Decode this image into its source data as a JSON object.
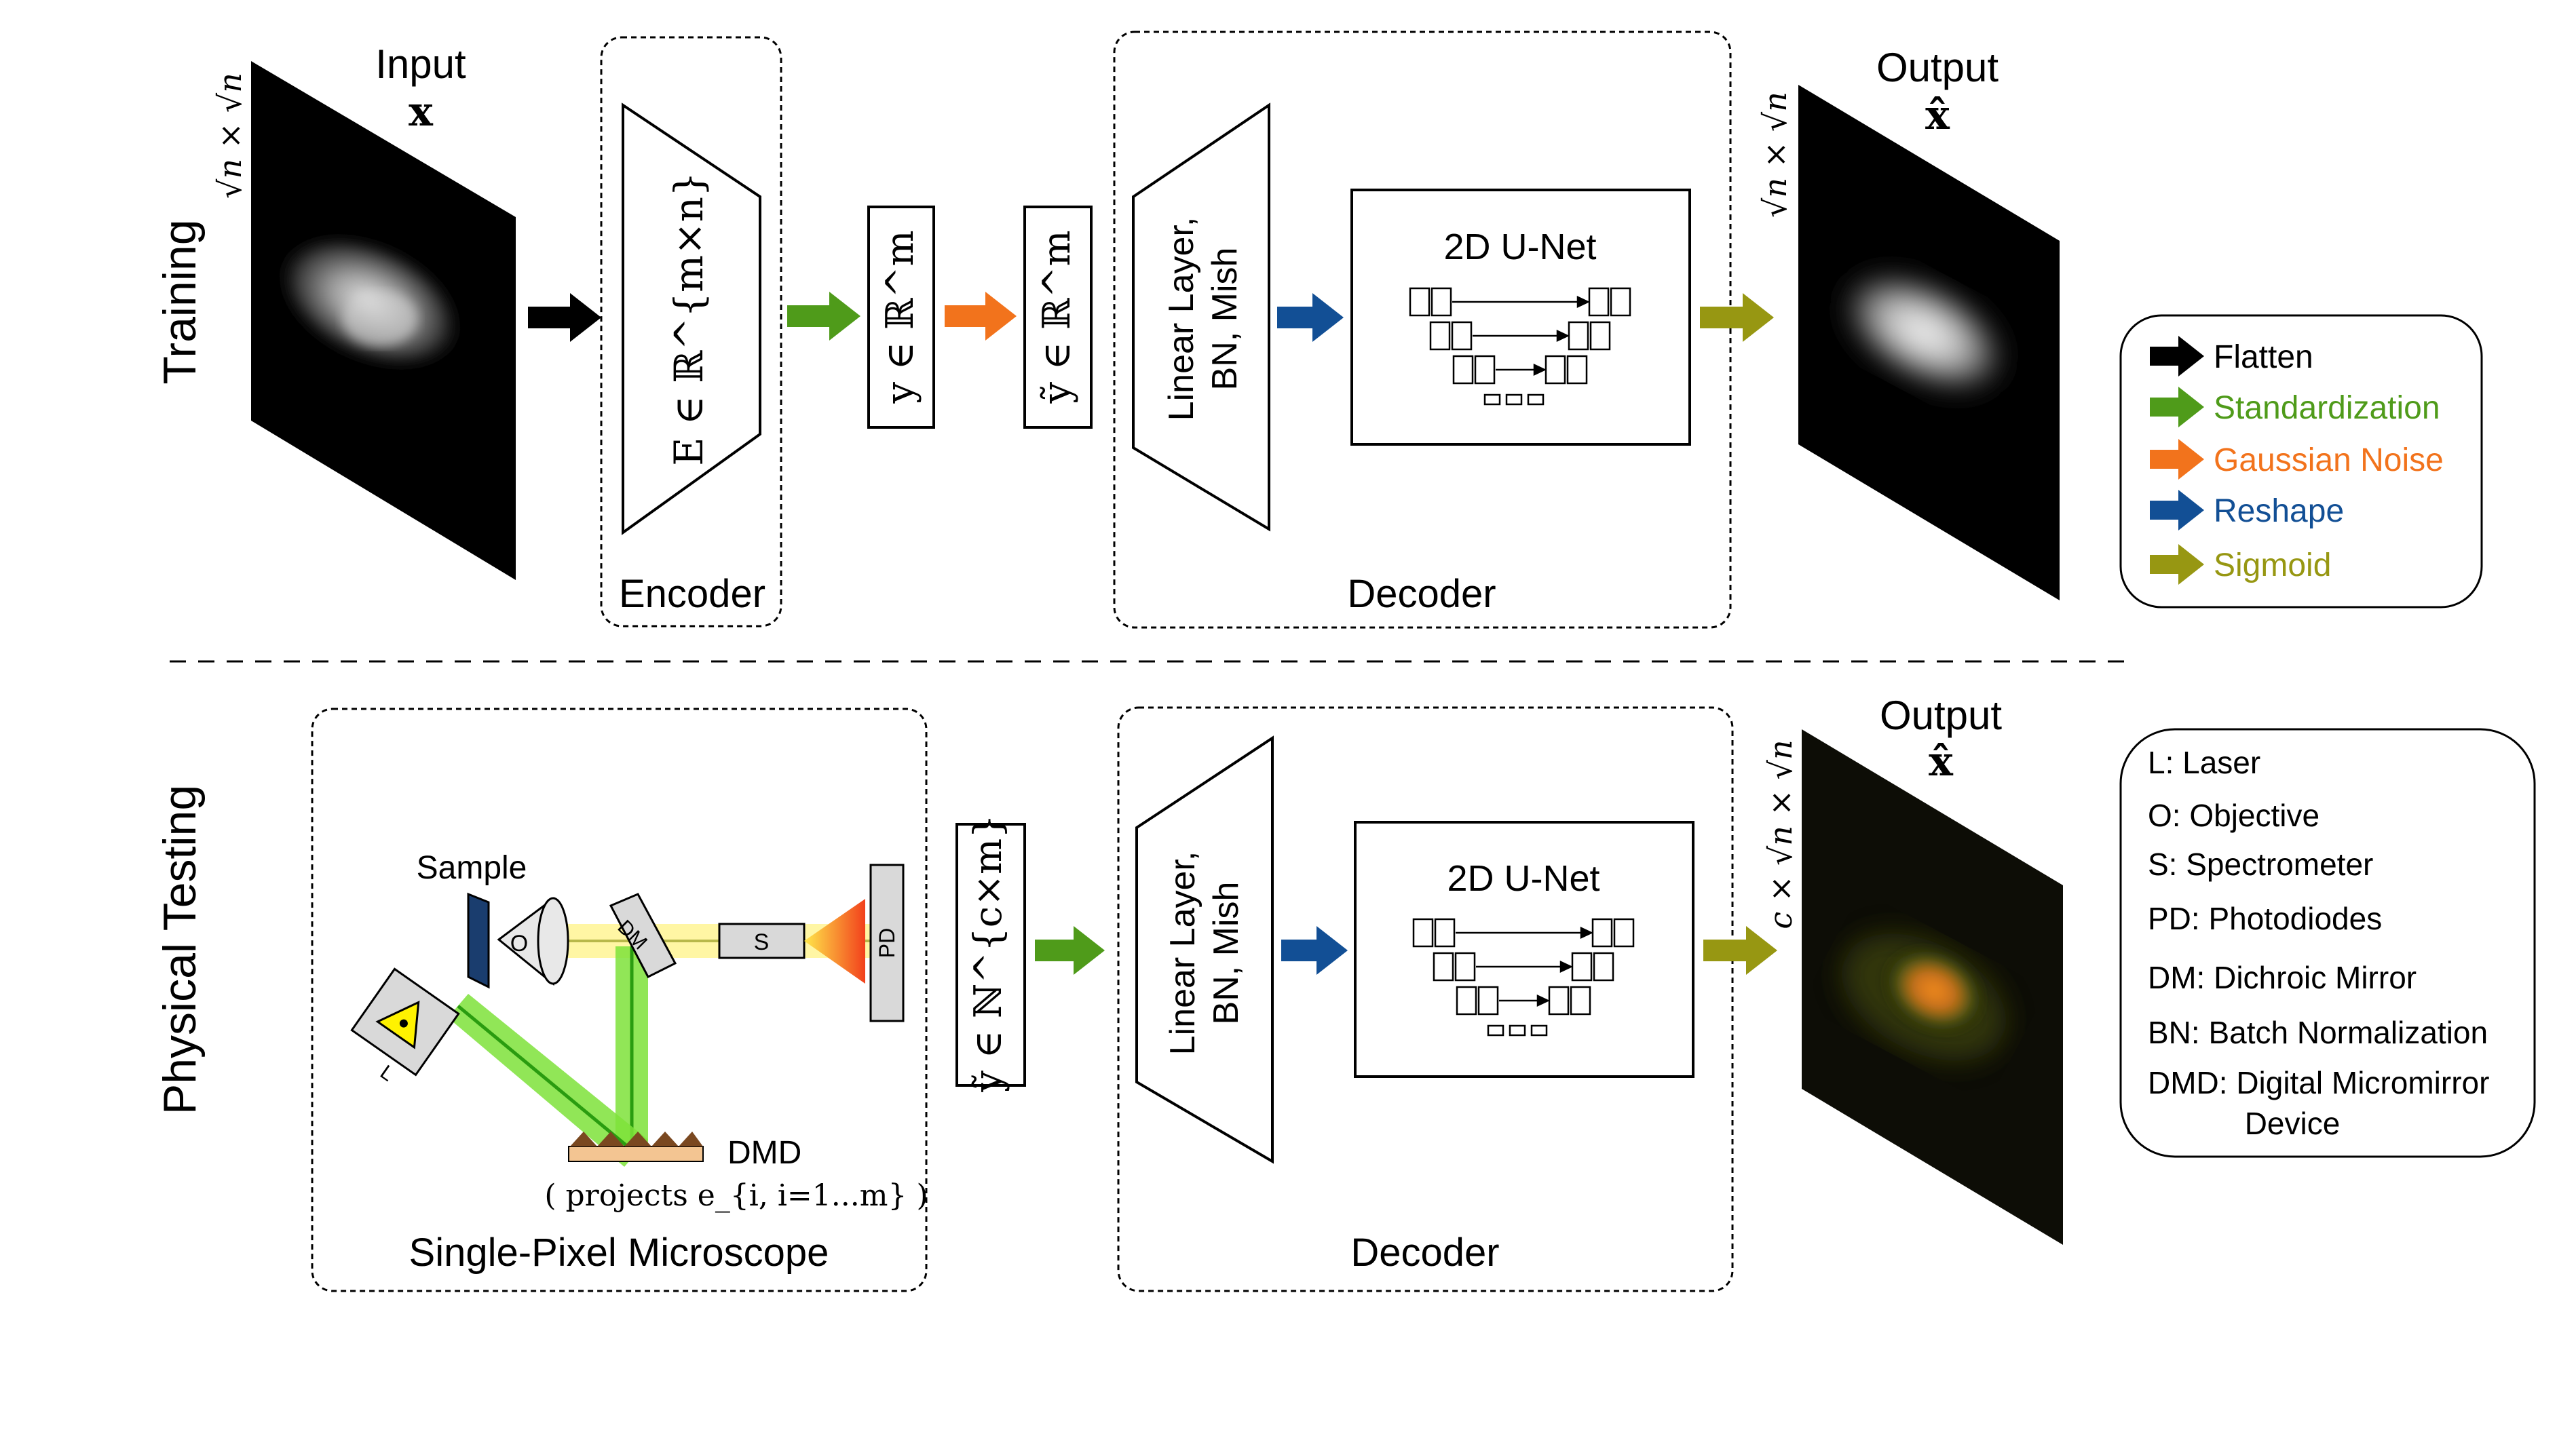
{
  "rows": {
    "training": "Training",
    "testing": "Physical Testing"
  },
  "training": {
    "input_title": "Input",
    "input_symbol": "x",
    "input_dim": "√n × √n",
    "encoder_matrix": "E ∈ ℝ^{m×n}",
    "encoder_label": "Encoder",
    "y_vector": "y ∈ ℝ^m",
    "ytilde_vector": "ỹ ∈ ℝ^m",
    "decoder_linear_line1": "Linear Layer,",
    "decoder_linear_line2": "BN, Mish",
    "unet_title": "2D U-Net",
    "decoder_label": "Decoder",
    "output_title": "Output",
    "output_symbol": "x̂",
    "output_dim": "√n × √n"
  },
  "legend_arrows": {
    "items": [
      {
        "label": "Flatten",
        "color": "#000000"
      },
      {
        "label": "Standardization",
        "color": "#4f9b1a"
      },
      {
        "label": "Gaussian Noise",
        "color": "#f2731c"
      },
      {
        "label": "Reshape",
        "color": "#124f95"
      },
      {
        "label": "Sigmoid",
        "color": "#979712"
      }
    ]
  },
  "testing": {
    "sample_label": "Sample",
    "objective_letter": "O",
    "dichroic_letters": "DM",
    "spectrometer_letter": "S",
    "photodiode_letters": "PD",
    "laser_letter": "L",
    "dmd_label": "DMD",
    "dmd_projects": "( projects e_{i, i=1...m} )",
    "microscope_label": "Single-Pixel Microscope",
    "ytilde_vector": "ỹ ∈ ℕ^{c×m}",
    "decoder_linear_line1": "Linear Layer,",
    "decoder_linear_line2": "BN, Mish",
    "unet_title": "2D U-Net",
    "decoder_label": "Decoder",
    "output_title": "Output",
    "output_symbol": "x̂",
    "output_dim": "c × √n × √n"
  },
  "legend_abbrev": {
    "items": [
      "L: Laser",
      "O: Objective",
      "S: Spectrometer",
      "PD: Photodiodes",
      "DM: Dichroic Mirror",
      "BN: Batch Normalization",
      "DMD: Digital Micromirror"
    ],
    "continuation": "Device"
  }
}
